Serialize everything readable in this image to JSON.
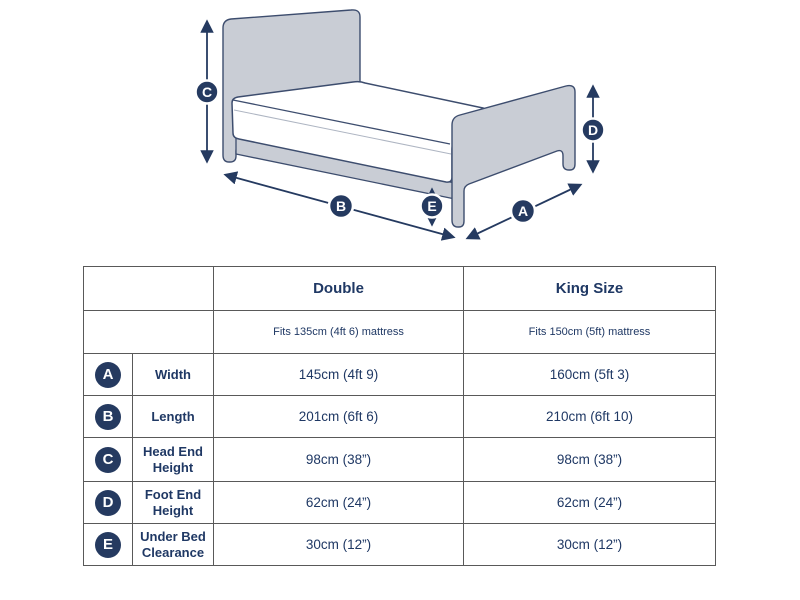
{
  "colors": {
    "navy_text": "#1F3864",
    "badge_fill": "#253A60",
    "frame_fill": "#C9CDD5",
    "frame_stroke": "#3D4D6E",
    "table_border": "#595959",
    "double_column_bg": "#F2F2F2",
    "mattress_fill": "#FFFFFF"
  },
  "diagram": {
    "badges": {
      "a": "A",
      "b": "B",
      "c": "C",
      "d": "D",
      "e": "E"
    }
  },
  "table": {
    "columns": [
      {
        "label": "Double",
        "sub": "Fits 135cm (4ft 6) mattress"
      },
      {
        "label": "King Size",
        "sub": "Fits 150cm (5ft) mattress"
      }
    ],
    "rows": [
      {
        "badge": "A",
        "label": "Width",
        "double": "145cm (4ft 9)",
        "king": "160cm (5ft 3)"
      },
      {
        "badge": "B",
        "label": "Length",
        "double": "201cm (6ft 6)",
        "king": "210cm (6ft 10)"
      },
      {
        "badge": "C",
        "label": "Head End Height",
        "double": "98cm (38”)",
        "king": "98cm (38”)"
      },
      {
        "badge": "D",
        "label": "Foot End Height",
        "double": "62cm (24”)",
        "king": "62cm (24”)"
      },
      {
        "badge": "E",
        "label": "Under Bed Clearance",
        "double": "30cm (12”)",
        "king": "30cm (12”)"
      }
    ]
  }
}
